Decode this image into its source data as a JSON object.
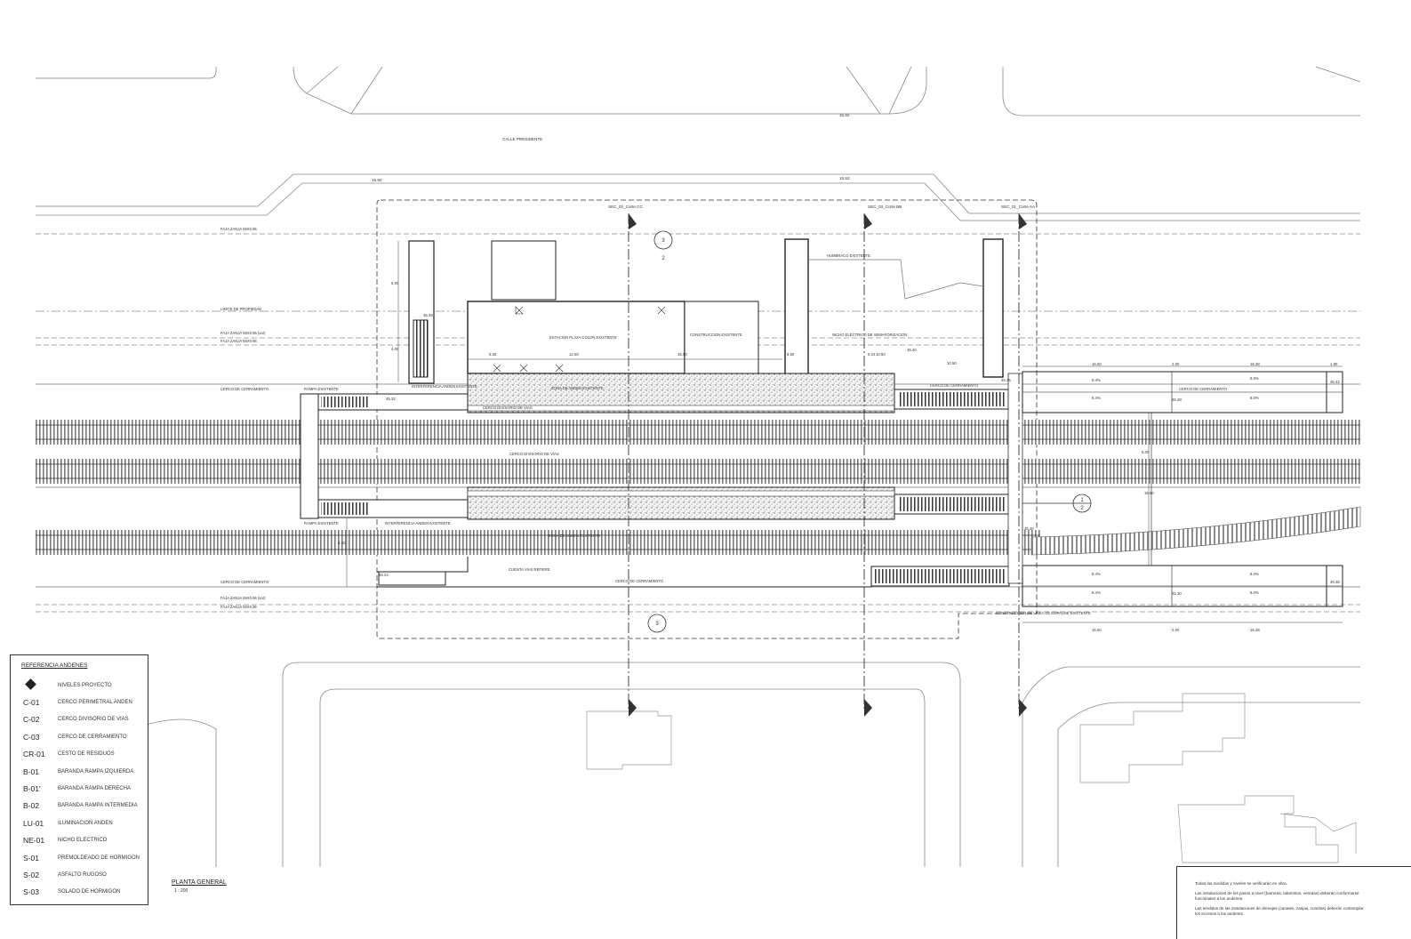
{
  "colors": {
    "ink": "#222222",
    "hatch": "#9a9a9a",
    "dashed": "#555555"
  },
  "street": {
    "name": "CALLE PRESIDENTE"
  },
  "street_levels": [
    "15.90",
    "15.92",
    "15.93"
  ],
  "sections": [
    "SEC_02_Corte CC",
    "SEC_03_Corte BB",
    "SEC_01_Corte AA"
  ],
  "markers": {
    "top_number": "3",
    "top_sub": "2",
    "bottom_number": "3",
    "right_number": "1",
    "right_sub": "2"
  },
  "line_labels": {
    "faja_top": "FAJA ZANJA 55X0.95",
    "limite": "LIMITE DE PROPIEDAD",
    "faja_mid1": "FAJA ZANJA 55X0.95 (var)",
    "faja_mid2": "FAJA ZANJA 55X0.95",
    "cerco_top": "CERCO DE CERRAMIENTO",
    "cerco_bot": "CERCO DE CERRAMIENTO",
    "faja_bot1": "FAJA ZANJA 55X0.95 (var)",
    "faja_bot2": "FAJA ZANJA 55X0.95"
  },
  "building_labels": {
    "station": "ESTACION PLAZA COLON EXISTENTE",
    "construction": "CONSTRUCCION EXISTENTE",
    "pedestrian": "INTERFERENCIA ANDEN EXISTENTE",
    "gate": "HUMBRACO EXISTENTE",
    "niche": "NICHO ELECTRICO DE SEMAFORIZACION",
    "ramp_existing_top": "RAMPA EXISTENTE",
    "ramp_existing_bot": "RAMPA EXISTENTE",
    "via_label": "CERCO DIVISORIO DE VIAS",
    "ped_cross": "CERCO DIVISORIO DE VIAS",
    "cerco_right_top": "CERCO DE CERRAMIENTO",
    "cerco_right_mid": "CERCO DE CERRAMIENTO",
    "cerco_bottom_mid": "CERCO DE CERRAMIENTO",
    "cuenta_vias": "CUENTA VIAS REFIERE",
    "interferencia_bot": "INTERFERENCIA ANDEN EXISTENTE",
    "construccion_bot": "CONSTRUCCION DE LINEA DE EMPALME EXISTENTE",
    "anden_note_top": "ZONA DE ANDEN EXISTENTE",
    "anden_note_bot": "ZONA DE ANDEN EXISTENTE"
  },
  "dims": {
    "d_925": "9.25",
    "d_1250": "12.50",
    "d_1550": "15.50",
    "d_950": "9.50",
    "d_1050": "10.50",
    "d_926": "9.24",
    "d_1050b": "10.50",
    "d_1650": "16.50",
    "d_200": "2.00",
    "d_1638": "16.38",
    "d_180": "1.80",
    "s_84a": "8.4%",
    "s_80a": "8.0%",
    "s_84b": "8.4%",
    "s_80b": "8.0%",
    "s_84c": "8.4%",
    "s_80c": "8.0%",
    "s_84d": "8.4%",
    "s_80d": "8.0%",
    "lv_1": "45.32",
    "lv_2": "45.26",
    "lv_3": "45.40",
    "lv_4": "45.35",
    "lv_5": "45.28",
    "lv_6": "45.30",
    "lv_7": "45.42",
    "lv_8": "45.38",
    "lv_9": "45.30",
    "lv_10": "45.24",
    "v_600": "6.00",
    "v_400": "4.00",
    "v_500": "5.00",
    "v_450": "4.50",
    "v_1650": "16.50",
    "b_1650": "16.50",
    "b_200": "2.00",
    "b_1638": "16.38"
  },
  "legend": {
    "title": "REFERENCIA ANDENES",
    "items": [
      {
        "code": "",
        "desc": "NIVELES PROYECTO"
      },
      {
        "code": "C-01",
        "desc": "CERCO PERIMETRAL ANDEN"
      },
      {
        "code": "C-02",
        "desc": "CERCO DIVISORIO DE VIAS"
      },
      {
        "code": "C-03",
        "desc": "CERCO DE CERRAMIENTO"
      },
      {
        "code": "CR-01",
        "desc": "CESTO DE RESIDUOS"
      },
      {
        "code": "B-01",
        "desc": "BARANDA RAMPA IZQUIERDA"
      },
      {
        "code": "B-01'",
        "desc": "BARANDA RAMPA DERECHA"
      },
      {
        "code": "B-02",
        "desc": "BARANDA RAMPA INTERMEDIA"
      },
      {
        "code": "LU-01",
        "desc": "ILUMINACION ANDEN"
      },
      {
        "code": "NE-01",
        "desc": "NICHO ELECTRICO"
      },
      {
        "code": "S-01",
        "desc": "PREMOLDEADO DE HORMIGON"
      },
      {
        "code": "S-02",
        "desc": "ASFALTO RUGOSO"
      },
      {
        "code": "S-03",
        "desc": "SOLADO DE HORMIGON"
      }
    ]
  },
  "plan": {
    "title": "PLANTA GENERAL",
    "scale": "1 : 200"
  },
  "notes": [
    "Todas las medidas y niveles se verificarán en obra.",
    "Las instalaciones de los pasos a nivel (barreras, laberintos, veredas) deberán conformarse funcionales a los andenes.",
    "Las tendidos de las instalaciones de drenajes (canales, zanjas, cunetas) deberán contemplar los accesos a los andenes."
  ]
}
